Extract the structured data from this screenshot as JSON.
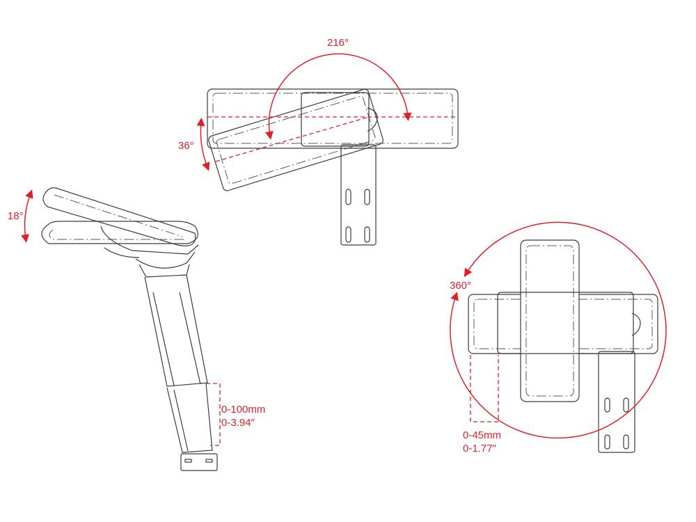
{
  "colors": {
    "accent": "#e01e25",
    "line": "#3a3a3a"
  },
  "labels": {
    "top_rotation": "216°",
    "top_pivot": "36°",
    "side_tilt": "18°",
    "rotation_full": "360°",
    "height_mm": "0-100mm",
    "height_in": "0-3.94″",
    "slide_mm": "0-45mm",
    "slide_in": "0-1.77″"
  }
}
